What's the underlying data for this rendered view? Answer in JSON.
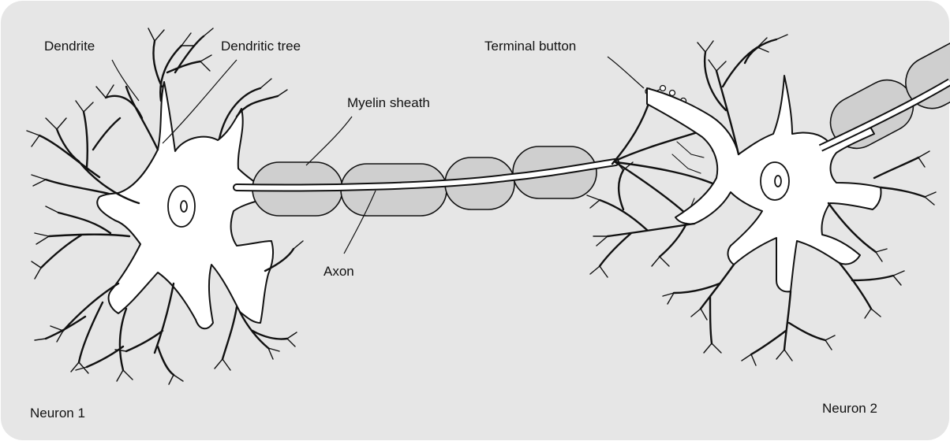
{
  "diagram": {
    "labels": {
      "dendrite": "Dendrite",
      "dendritic_tree": "Dendritic tree",
      "terminal_button": "Terminal button",
      "myelin_sheath": "Myelin sheath",
      "axon": "Axon",
      "neuron_1": "Neuron 1",
      "neuron_2": "Neuron 2"
    },
    "colors": {
      "panel_background": "#e6e6e6",
      "myelin_fill": "#cfcfcf",
      "cell_fill": "#ffffff",
      "outline": "#111111"
    }
  }
}
